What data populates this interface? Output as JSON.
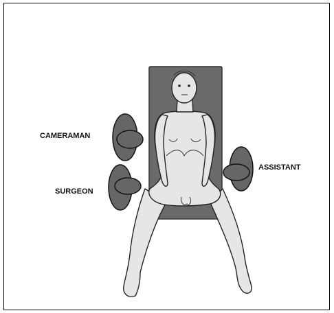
{
  "labels": {
    "cameraman": "CAMERAMAN",
    "surgeon": "SURGEON",
    "assistant": "ASSISTANT"
  },
  "colors": {
    "table": "#6a6a6a",
    "person": "#666666",
    "patient_skin": "#e6e6e6",
    "outline": "#222222"
  }
}
